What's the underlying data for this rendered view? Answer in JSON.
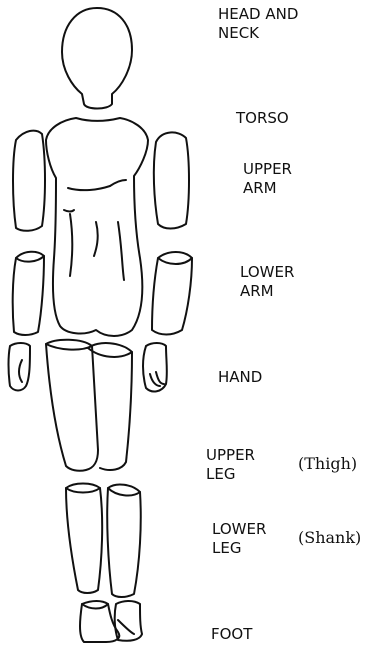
{
  "labels": {
    "head_neck": [
      "HEAD AND",
      "NECK"
    ],
    "torso": [
      "TORSO"
    ],
    "upper_arm": [
      "UPPER",
      "ARM"
    ],
    "lower_arm": [
      "LOWER",
      "ARM"
    ],
    "hand": [
      "HAND"
    ],
    "upper_leg": [
      "UPPER",
      "LEG"
    ],
    "upper_leg_alt": "(Thigh)",
    "lower_leg": [
      "LOWER",
      "LEG"
    ],
    "lower_leg_alt": "(Shank)",
    "foot": [
      "FOOT"
    ]
  }
}
